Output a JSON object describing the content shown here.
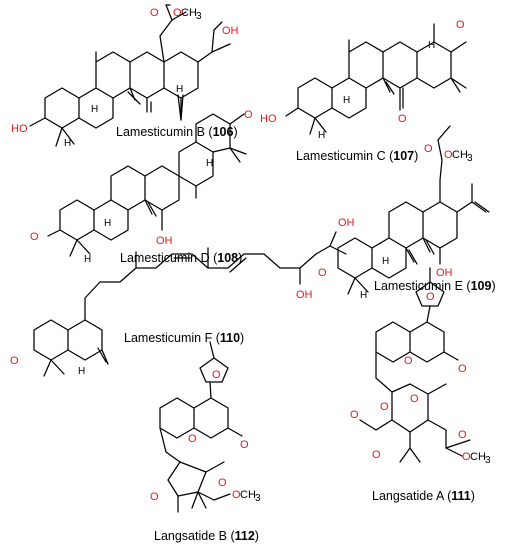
{
  "compounds": [
    {
      "name": "Lamesticumin B",
      "number": "106"
    },
    {
      "name": "Lamesticumin C",
      "number": "107"
    },
    {
      "name": "Lamesticumin D",
      "number": "108"
    },
    {
      "name": "Lamesticumin E",
      "number": "109"
    },
    {
      "name": "Lamesticumin F",
      "number": "110"
    },
    {
      "name": "Langsatide A",
      "number": "111"
    },
    {
      "name": "Langsatide B",
      "number": "112"
    }
  ],
  "atoms": {
    "oxygen": "O",
    "hydroxyl": "OH",
    "hydroxyl_left": "HO",
    "hydrogen": "H",
    "methoxy": "OCH",
    "methyl_sub": "3",
    "och3": "OCH3"
  },
  "colors": {
    "heteroatom": "#e01b1b",
    "bond": "#000000"
  }
}
